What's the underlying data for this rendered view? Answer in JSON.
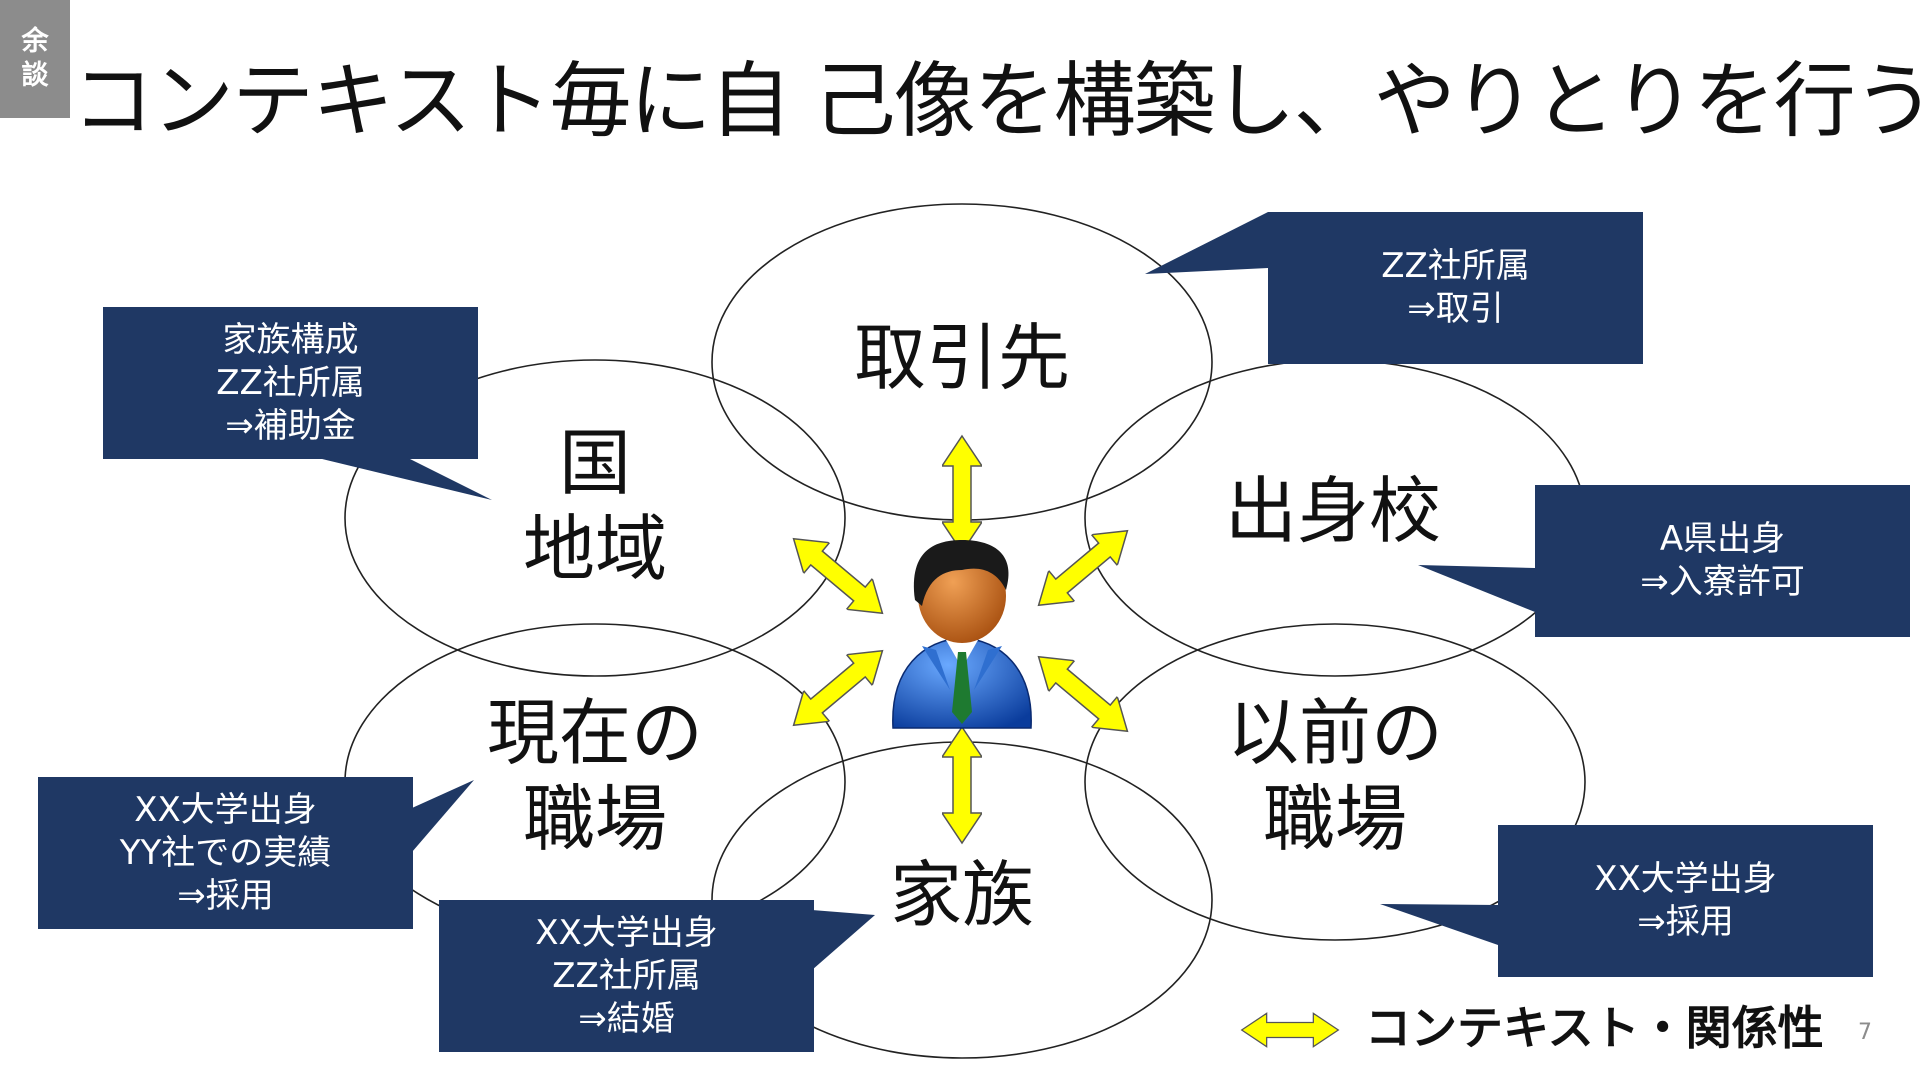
{
  "tag": {
    "line1": "余",
    "line2": "談"
  },
  "title": "コンテキスト毎に自 己像を構築し、やりとりを行う",
  "contexts": {
    "client": {
      "label": "取引先"
    },
    "country": {
      "line1": "国",
      "line2": "地域"
    },
    "alma_mater": {
      "label": "出身校"
    },
    "current_work": {
      "line1": "現在の",
      "line2": "職場"
    },
    "previous_work": {
      "line1": "以前の",
      "line2": "職場"
    },
    "family": {
      "label": "家族"
    }
  },
  "callouts": {
    "client": [
      "ZZ社所属",
      "⇒取引"
    ],
    "country": [
      "家族構成",
      "ZZ社所属",
      "⇒補助金"
    ],
    "alma_mater": [
      "A県出身",
      "⇒入寮許可"
    ],
    "current_work": [
      "XX大学出身",
      "YY社での実績",
      "⇒採用"
    ],
    "family": [
      "XX大学出身",
      "ZZ社所属",
      "⇒結婚"
    ],
    "previous_work": [
      "XX大学出身",
      "⇒採用"
    ]
  },
  "legend": {
    "label": "コンテキスト・関係性"
  },
  "page_number": "7",
  "colors": {
    "callout_bg": "#1f3864",
    "arrow_fill": "#ffff00",
    "arrow_stroke": "#555555",
    "tag_bg": "#8c8c8c"
  },
  "icons": {
    "person": "businessman-icon",
    "arrow": "double-arrow-icon"
  }
}
